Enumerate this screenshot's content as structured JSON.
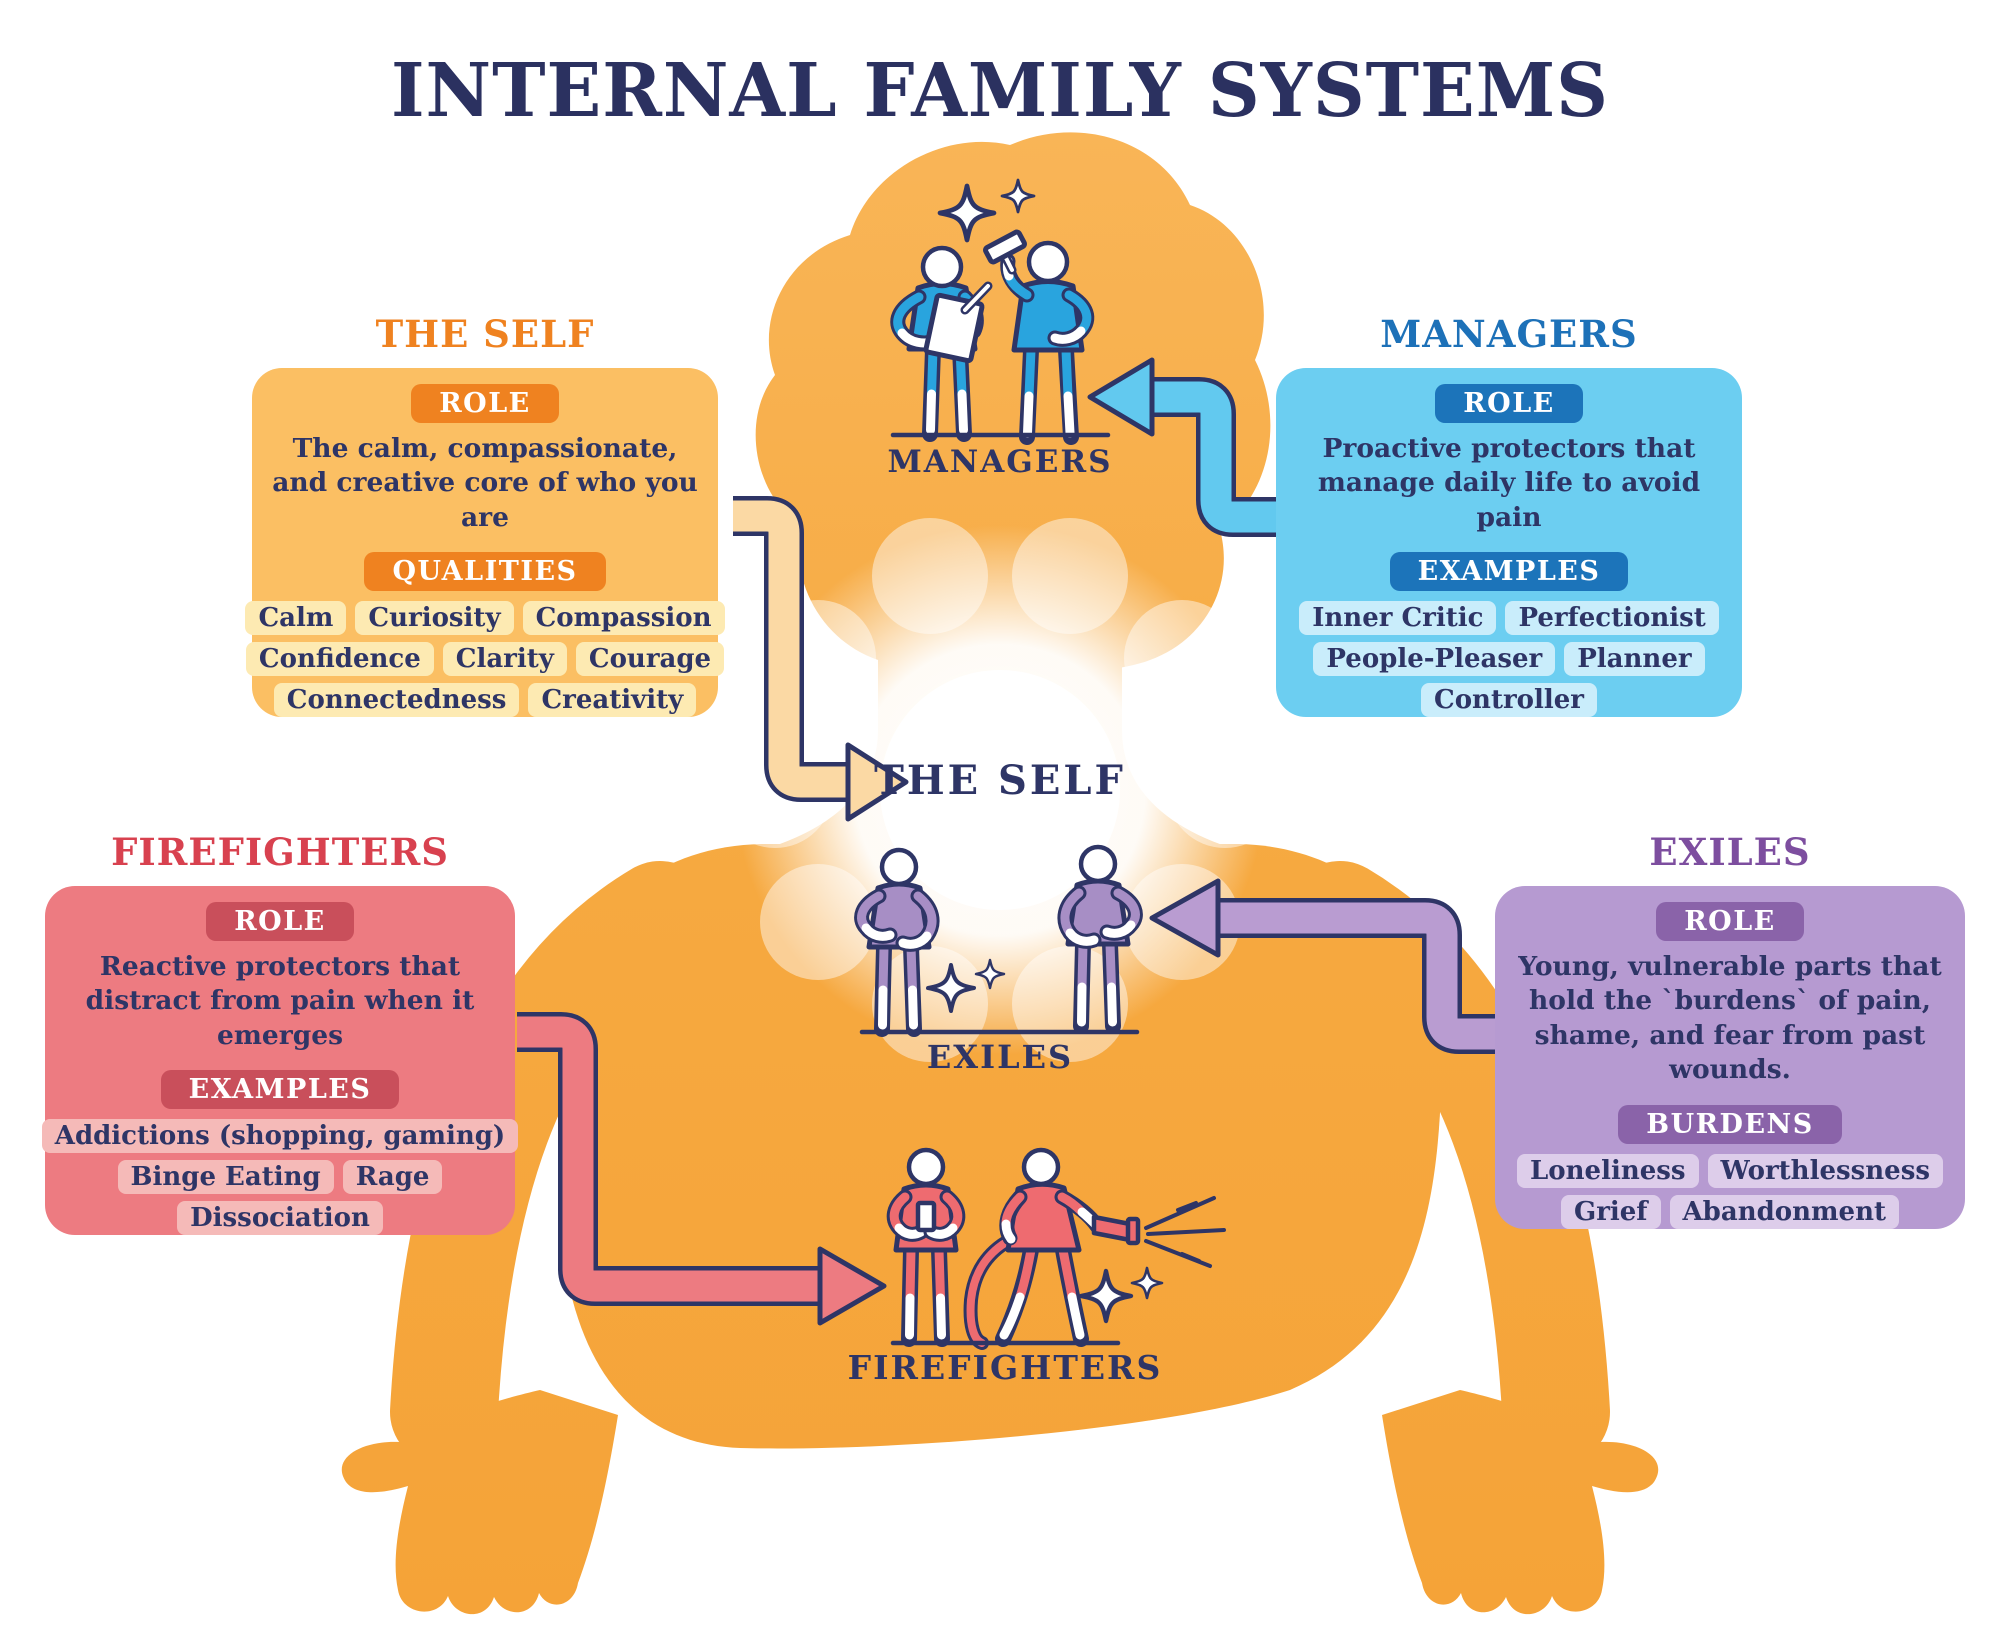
{
  "title": "INTERNAL FAMILY SYSTEMS",
  "center_labels": {
    "managers": "MANAGERS",
    "self": "THE SELF",
    "exiles": "EXILES",
    "firefighters": "FIREFIGHTERS"
  },
  "panels": {
    "self": {
      "header": "THE SELF",
      "badge1": "ROLE",
      "role_text": "The calm, compassionate, and creative core of who you are",
      "badge2": "QUALITIES",
      "chips": [
        "Calm",
        "Curiosity",
        "Compassion",
        "Confidence",
        "Clarity",
        "Courage",
        "Connectedness",
        "Creativity"
      ]
    },
    "managers": {
      "header": "MANAGERS",
      "badge1": "ROLE",
      "role_text": "Proactive protectors that manage daily life to avoid pain",
      "badge2": "EXAMPLES",
      "chips": [
        "Inner Critic",
        "Perfectionist",
        "People-Pleaser",
        "Planner",
        "Controller"
      ]
    },
    "firefighters": {
      "header": "FIREFIGHTERS",
      "badge1": "ROLE",
      "role_text": "Reactive protectors that distract from pain when it emerges",
      "badge2": "EXAMPLES",
      "chips": [
        "Addictions (shopping, gaming)",
        "Binge Eating",
        "Rage",
        "Dissociation"
      ]
    },
    "exiles": {
      "header": "EXILES",
      "badge1": "ROLE",
      "role_text": "Young, vulnerable parts that hold the `burdens` of pain, shame, and fear from past wounds.",
      "badge2": "BURDENS",
      "chips": [
        "Loneliness",
        "Worthlessness",
        "Grief",
        "Abandonment"
      ]
    }
  },
  "colors": {
    "title_navy": "#2b3160",
    "text_navy": "#2e3566",
    "body_orange_top": "#f9b252",
    "body_orange_bottom": "#f5a338",
    "self_accent": "#ef8220",
    "self_box": "#fbbf63",
    "self_chip": "#fdeab2",
    "managers_accent": "#1d71b8",
    "managers_box": "#6ccef1",
    "managers_chip": "#c9edfb",
    "firefighters_accent": "#d8414f",
    "firefighters_box": "#ed7b81",
    "firefighters_chip": "#f5bab8",
    "exiles_accent": "#7d4e9f",
    "exiles_box": "#b69ad1",
    "exiles_chip": "#ddcdea",
    "arrow_self": "#fbd9a4",
    "arrow_managers": "#62c9ef",
    "arrow_exiles": "#b99cd1",
    "arrow_firefighters": "#ed7b81",
    "figure_blue": "#29a4de",
    "figure_purple": "#a78ec5",
    "figure_red": "#ee6b70"
  },
  "icons": {
    "sparkle": "four-point-star",
    "gavel": "gavel",
    "clipboard": "clipboard-with-pen",
    "phone": "smartphone",
    "hose": "fire-hose-spray",
    "arrows": "elbow-connector-arrow"
  }
}
